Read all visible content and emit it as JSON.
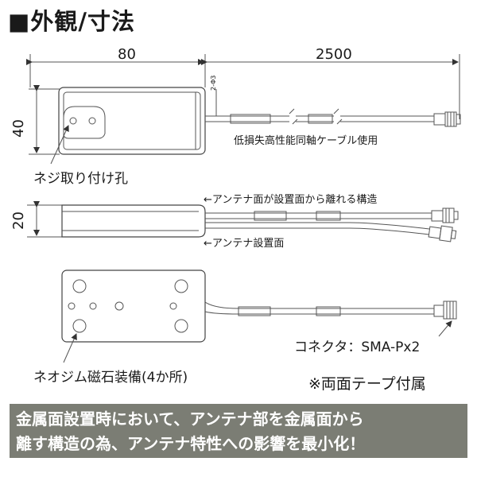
{
  "header": {
    "title": "■外観/寸法"
  },
  "dimensions": {
    "width": "80",
    "cable_length": "2500",
    "height": "40",
    "thickness": "20",
    "cable_dia": "2-Φ3"
  },
  "labels": {
    "cable": "低損失高性能同軸ケーブル使用",
    "screw_hole": "ネジ取り付け孔",
    "structure": "←アンテナ面が設置面から離れる構造",
    "mount_face": "←アンテナ設置面",
    "connector": "コネクタ：SMA-Px2",
    "magnets": "ネオジム磁石装備(4か所)",
    "tape": "※両面テープ付属"
  },
  "banner": {
    "line1": "金属面設置時において、アンテナ部を金属面から",
    "line2": "離す構造の為、アンテナ特性への影響を最小化！"
  },
  "colors": {
    "banner_bg": "#7b7d74",
    "line": "#555555"
  }
}
